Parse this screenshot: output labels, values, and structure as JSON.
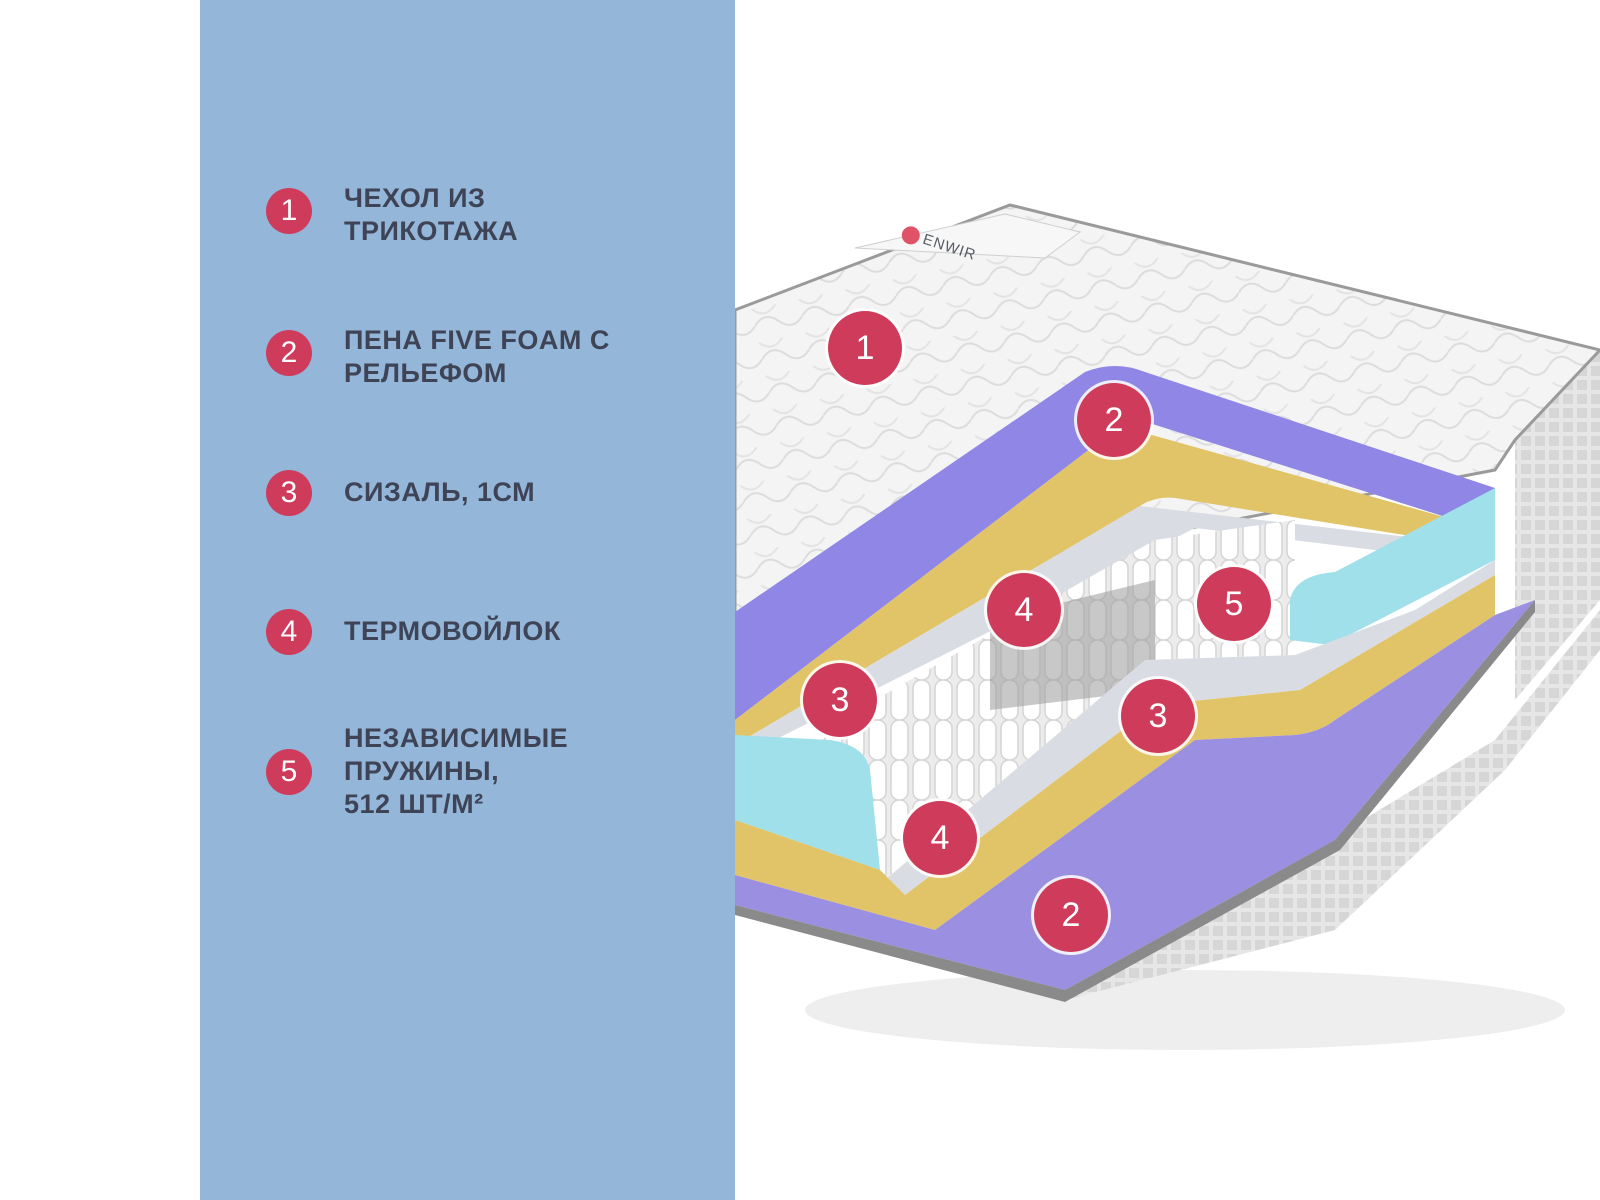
{
  "legend": [
    {
      "number": "1",
      "text": "ЧЕХОЛ ИЗ\nТРИКОТАЖА"
    },
    {
      "number": "2",
      "text": "ПЕНА FIVE FOAM С\nРЕЛЬЕФОМ"
    },
    {
      "number": "3",
      "text": "СИЗАЛЬ, 1СМ"
    },
    {
      "number": "4",
      "text": "ТЕРМОВОЙЛОК"
    },
    {
      "number": "5",
      "text": "НЕЗАВИСИМЫЕ\nПРУЖИНЫ,\n512 ШТ/М²"
    }
  ],
  "markers": [
    "1",
    "2",
    "4",
    "5",
    "3",
    "3",
    "4",
    "2"
  ],
  "brand": "ENWIR",
  "colors": {
    "panel": "#93b6d9",
    "badge": "#cf3b5a",
    "legend_text": "#3f4356",
    "foam": "#9a8fe0",
    "sisal": "#e2c468",
    "felt": "#d9dde3",
    "springs": "#f4f4f4",
    "edge_foam": "#9fe0ea",
    "cover": "#f3f3f3"
  }
}
